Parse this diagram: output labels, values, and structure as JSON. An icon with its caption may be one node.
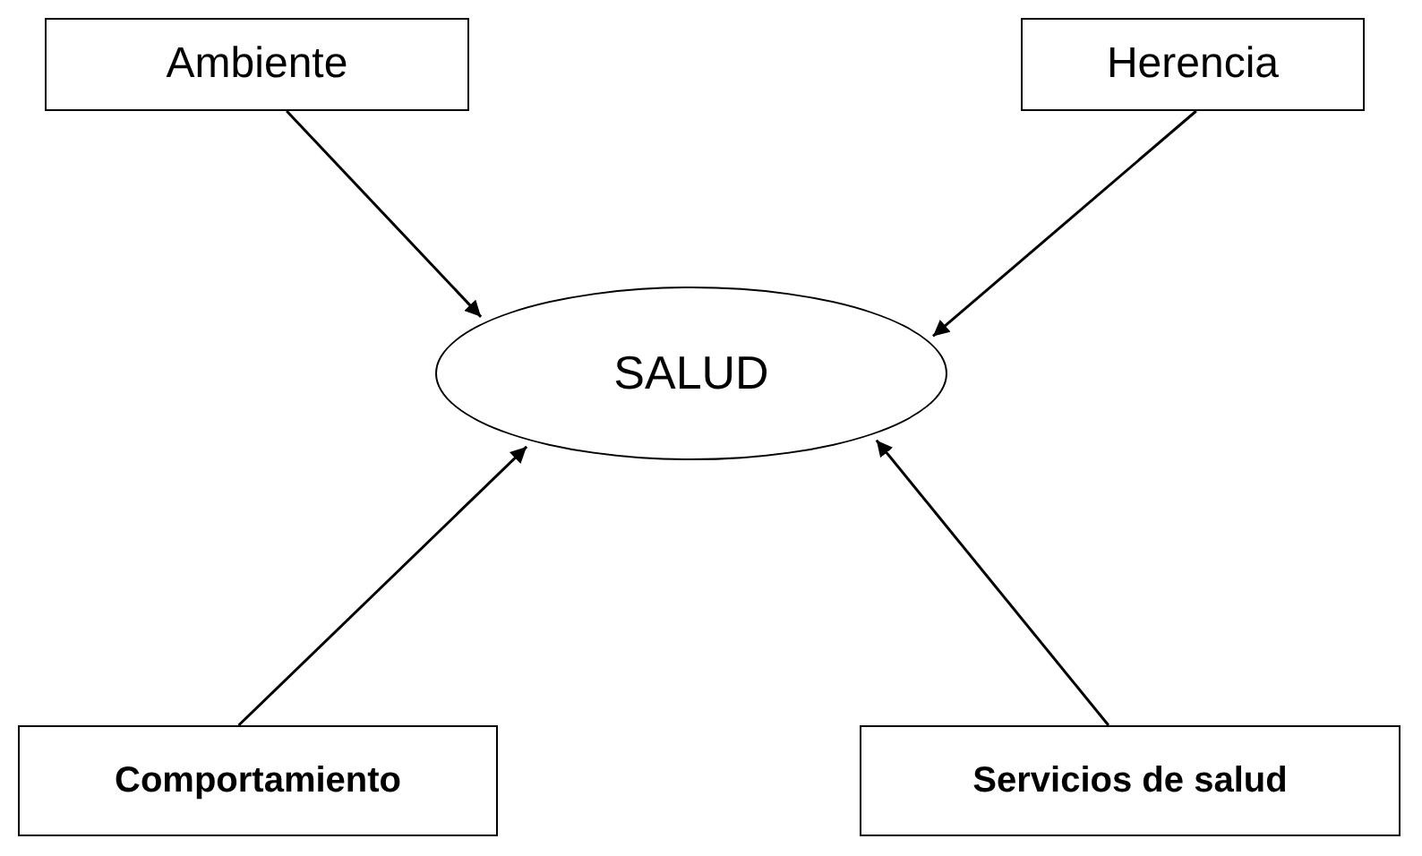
{
  "diagram": {
    "nodes": [
      {
        "text": [
          "Ambiente"
        ]
      },
      {
        "text": [
          "Herencia"
        ]
      },
      {
        "text": [
          "SALUD"
        ]
      },
      {
        "text": [
          "Comportamiento"
        ]
      },
      {
        "text": [
          "Servicios de salud"
        ]
      }
    ],
    "edges": [
      {
        "from": 0,
        "to": 2,
        "arrow": "to"
      },
      {
        "from": 1,
        "to": 2,
        "arrow": "to"
      },
      {
        "from": 3,
        "to": 2,
        "arrow": "to"
      },
      {
        "from": 4,
        "to": 2,
        "arrow": "to"
      }
    ]
  }
}
